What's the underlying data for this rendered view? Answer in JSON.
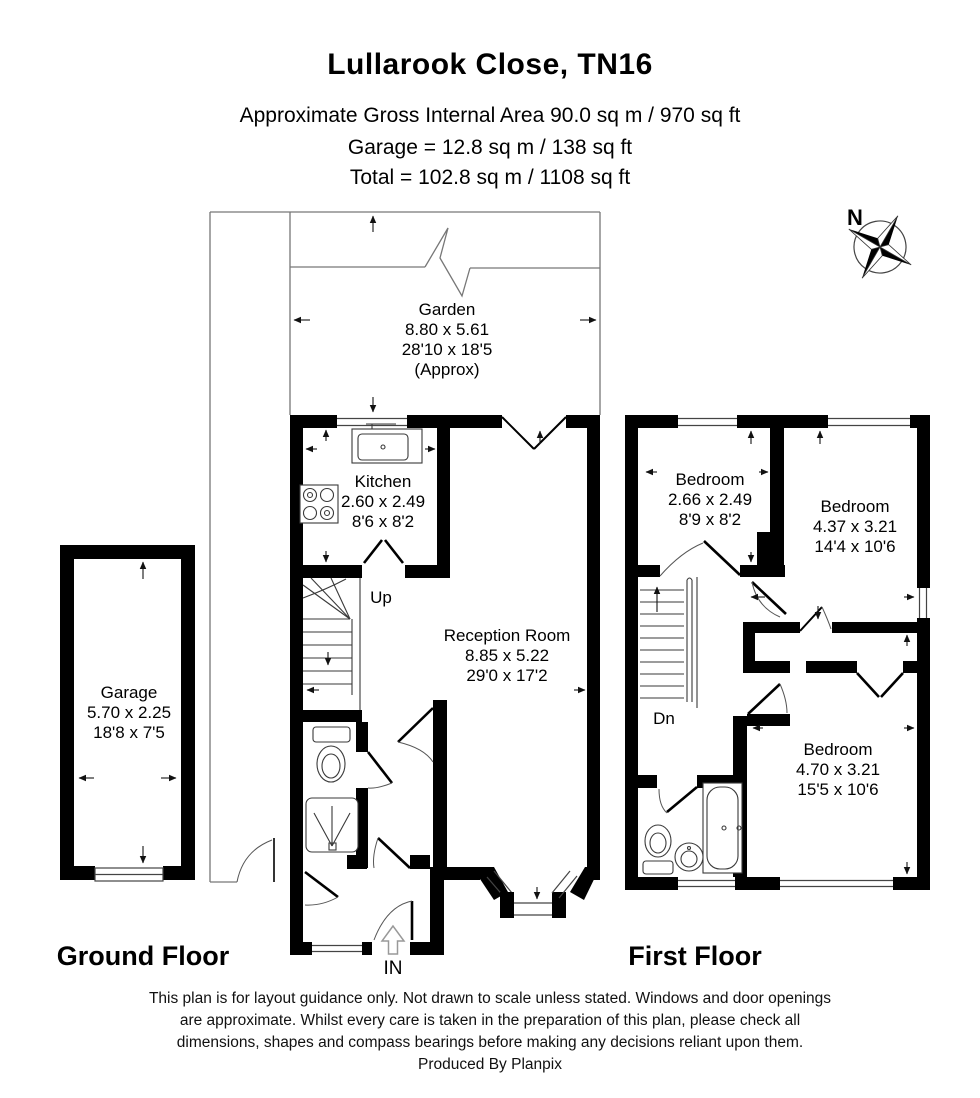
{
  "header": {
    "title": "Lullarook Close, TN16",
    "area_line": "Approximate Gross Internal Area 90.0 sq m / 970 sq ft",
    "garage_line": "Garage = 12.8 sq m / 138 sq ft",
    "total_line": "Total = 102.8 sq m / 1108 sq ft"
  },
  "compass": {
    "north_label": "N"
  },
  "ground_floor": {
    "label": "Ground Floor",
    "entrance_label": "IN",
    "stairs_label": "Up",
    "garden": {
      "name": "Garden",
      "metric": "8.80 x 5.61",
      "imperial": "28'10 x 18'5",
      "note": "(Approx)"
    },
    "kitchen": {
      "name": "Kitchen",
      "metric": "2.60 x 2.49",
      "imperial": "8'6 x 8'2"
    },
    "reception": {
      "name": "Reception Room",
      "metric": "8.85 x 5.22",
      "imperial": "29'0 x 17'2"
    },
    "garage": {
      "name": "Garage",
      "metric": "5.70 x 2.25",
      "imperial": "18'8 x 7'5"
    }
  },
  "first_floor": {
    "label": "First Floor",
    "stairs_label": "Dn",
    "bedroom_small": {
      "name": "Bedroom",
      "metric": "2.66 x 2.49",
      "imperial": "8'9 x 8'2"
    },
    "bedroom_front": {
      "name": "Bedroom",
      "metric": "4.37 x 3.21",
      "imperial": "14'4 x 10'6"
    },
    "bedroom_rear": {
      "name": "Bedroom",
      "metric": "4.70 x 3.21",
      "imperial": "15'5 x 10'6"
    }
  },
  "footer": {
    "line1": "This plan is for layout guidance only. Not drawn to scale unless stated. Windows and door openings",
    "line2": "are approximate. Whilst every care is taken in the preparation of this plan, please check all",
    "line3": "dimensions, shapes and compass bearings before making any decisions reliant upon them.",
    "line4": "Produced By Planpix"
  }
}
